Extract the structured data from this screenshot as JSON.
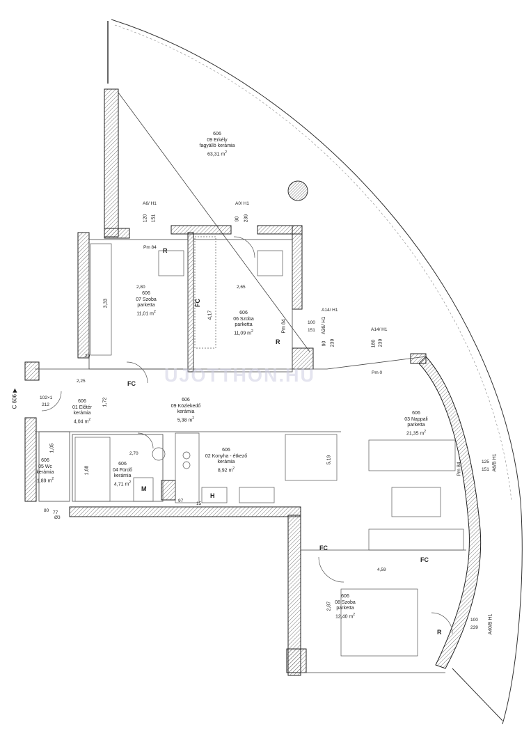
{
  "rooms": {
    "balcony": {
      "num": "606",
      "name": "09 Erkély",
      "floor": "fagyálló kerámia",
      "area": "63,31 m",
      "unit": "2"
    },
    "room07": {
      "num": "606",
      "name": "07 Szoba",
      "floor": "parketta",
      "area": "11,01 m",
      "unit": "2"
    },
    "room06": {
      "num": "606",
      "name": "06 Szoba",
      "floor": "parketta",
      "area": "11,09 m",
      "unit": "2"
    },
    "hall": {
      "num": "606",
      "name": "01 Előtér",
      "floor": "kerámia",
      "area": "4,04 m",
      "unit": "2"
    },
    "corridor": {
      "num": "606",
      "name": "09 Közlekedő",
      "floor": "kerámia",
      "area": "5,38 m",
      "unit": "2"
    },
    "living": {
      "num": "606",
      "name": "03 Nappali",
      "floor": "parketta",
      "area": "21,35 m",
      "unit": "2"
    },
    "kitchen": {
      "num": "606",
      "name": "02 Konyha - étkező",
      "floor": "kerámia",
      "area": "8,92 m",
      "unit": "2"
    },
    "wc": {
      "num": "606",
      "name": "05 Wc",
      "floor": "kerámia",
      "area": "1,89 m",
      "unit": "2"
    },
    "bath": {
      "num": "606",
      "name": "04 Fürdő",
      "floor": "kerámia",
      "area": "4,71 m",
      "unit": "2"
    },
    "room08": {
      "num": "606",
      "name": "08 Szoba",
      "floor": "parketta",
      "area": "12,40 m",
      "unit": "2"
    }
  },
  "window_tags": {
    "a6h1": "A6/ H1",
    "a0h1": "A0/ H1",
    "a14h1_a": "A14/ H1",
    "a14h1_b": "A14/ H1",
    "a36h1": "A36/ H1",
    "a6bh1": "A6/B H1",
    "a40bh1": "A40/B H1"
  },
  "dims": {
    "d120": "120",
    "d151a": "151",
    "d90a": "90",
    "d239a": "239",
    "d100a": "100",
    "d151b": "151",
    "d90b": "90",
    "d239b": "239",
    "d180": "180",
    "d239c": "239",
    "d125": "125",
    "d151c": "151",
    "d100b": "100",
    "d239d": "239",
    "w280": "2,80",
    "w265": "2,65",
    "w225": "2,25",
    "w270": "2,70",
    "w459": "4,59",
    "h172": "1,72",
    "h333": "3,33",
    "h417": "4,17",
    "h519": "5,19",
    "h287": "2,87",
    "h168": "1,68",
    "h105": "1,05",
    "d102": "102×1",
    "d212": "212",
    "d80": "80",
    "d77": "77",
    "d83": "Ø3",
    "d97": "97",
    "d15": "15",
    "d20": "20"
  },
  "pm": {
    "pm84a": "Pm 84",
    "pm84b": "Pm 84",
    "pm84c": "Pm 84",
    "pm0": "Pm 0"
  },
  "marks": {
    "r1": "R",
    "r2": "R",
    "r3": "R",
    "fc1": "FC",
    "fc2": "FC",
    "fc3": "FC",
    "fc4": "FC",
    "m": "M",
    "h": "H"
  },
  "section": "C 606",
  "watermark": "UJOTTHON.HU"
}
